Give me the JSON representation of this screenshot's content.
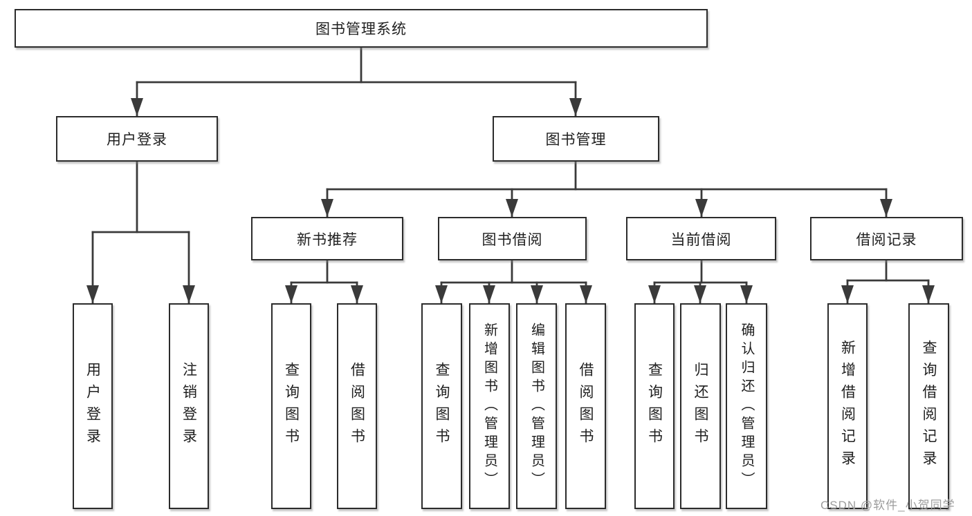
{
  "diagram": {
    "root": "图书管理系统",
    "level2": {
      "user_login": "用户登录",
      "book_management": "图书管理"
    },
    "level3": {
      "new_book_recommend": "新书推荐",
      "book_borrowing": "图书借阅",
      "current_borrowing": "当前借阅",
      "borrowing_records": "借阅记录"
    },
    "leaves": {
      "user_login": "用户登录",
      "logout": "注销登录",
      "recommend_query_books": "查询图书",
      "recommend_borrow_books": "借阅图书",
      "borrowing_query_books": "查询图书",
      "borrowing_add_books_admin": "新增图书（管理员）",
      "borrowing_edit_books_admin": "编辑图书（管理员）",
      "borrowing_borrow_books": "借阅图书",
      "current_query_books": "查询图书",
      "current_return_books": "归还图书",
      "current_confirm_return_admin": "确认归还（管理员）",
      "records_add_borrow_record": "新增借阅记录",
      "records_query_borrow_record": "查询借阅记录"
    }
  },
  "watermark": {
    "text": "CSDN @软件_小贺同学"
  },
  "colors": {
    "line": "#3a3a3a",
    "box_border": "#2b2b2b",
    "text": "#1f1f1f",
    "watermark": "#9c9c9c",
    "background": "#ffffff"
  }
}
